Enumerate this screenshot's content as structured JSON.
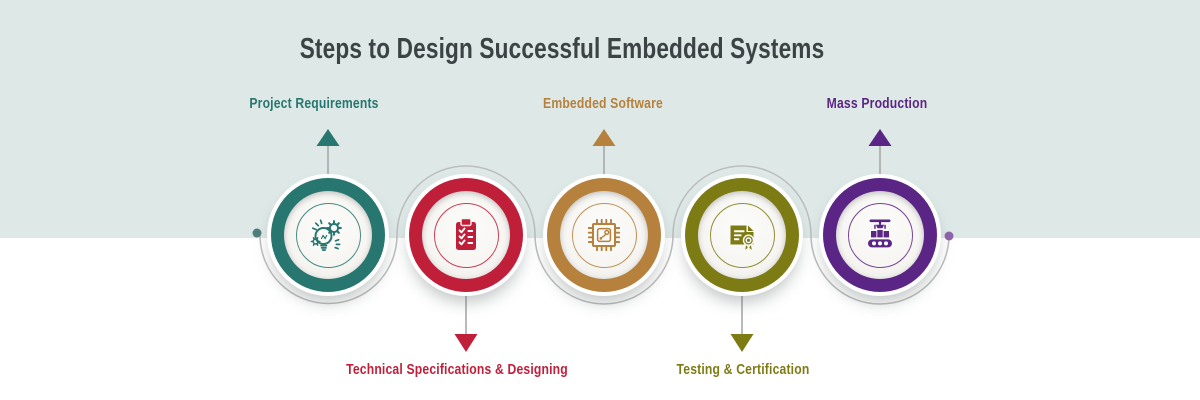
{
  "title": "Steps to Design Successful Embedded Systems",
  "colors": {
    "background_band": "#dee9e7",
    "background_bottom": "#ffffff",
    "title_text": "#3c4344",
    "connector_line": "#bdbdbd",
    "arrow_stem": "#a8a8a8",
    "left_end_dot": "#4f7f7b",
    "right_end_dot": "#8f62ad"
  },
  "steps": [
    {
      "label": "Project Requirements",
      "color": "#27766f",
      "label_position": "top",
      "icon": "lightbulb-gear-icon"
    },
    {
      "label": "Technical Specifications & Designing",
      "color": "#c01f3a",
      "label_position": "bottom",
      "icon": "clipboard-checklist-icon"
    },
    {
      "label": "Embedded Software",
      "color": "#b5813d",
      "label_position": "top",
      "icon": "microchip-icon"
    },
    {
      "label": "Testing & Certification",
      "color": "#7d7b14",
      "label_position": "bottom",
      "icon": "certificate-icon"
    },
    {
      "label": "Mass Production",
      "color": "#5b2585",
      "label_position": "top",
      "icon": "conveyor-belt-icon"
    }
  ]
}
